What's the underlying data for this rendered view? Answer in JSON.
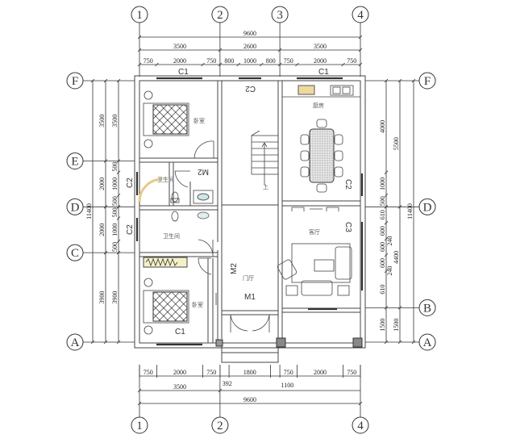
{
  "axes": {
    "vertical": [
      "1",
      "2",
      "3",
      "4"
    ],
    "horizontal": [
      "F",
      "E",
      "D",
      "C",
      "B",
      "A"
    ]
  },
  "dimensions": {
    "top_total": "9600",
    "top_main": [
      "3500",
      "2600",
      "3500"
    ],
    "top_detail": [
      "750",
      "2000",
      "750",
      "800",
      "1000",
      "800",
      "750",
      "2000",
      "750"
    ],
    "bottom_detail": [
      "750",
      "2000",
      "750",
      "1800",
      "750",
      "2000",
      "750"
    ],
    "bottom_notes": [
      "392",
      "1100"
    ],
    "bottom_main": "3500",
    "bottom_total": "9600",
    "left_total": "11400",
    "left_main": [
      "3500",
      "2000",
      "2000",
      "3900"
    ],
    "left_detail": [
      "3500",
      "500",
      "1000",
      "500",
      "500",
      "1000",
      "500",
      "3900"
    ],
    "right_detail": [
      "4000",
      "1000",
      "500",
      "610",
      "600",
      "600",
      "600",
      "610",
      "1500"
    ],
    "right_notes": [
      "240",
      "240"
    ],
    "right_main": [
      "5500",
      "4400",
      "1500"
    ],
    "right_total": "11400"
  },
  "labels": {
    "window_c1_top_left": "C1",
    "window_c1_top_right": "C1",
    "window_c2_top": "C2",
    "window_c2_left_upper": "C2",
    "window_c2_left_lower": "C2",
    "window_c2_kitchen": "C2",
    "window_c3_living": "C3",
    "window_c1_bottom": "C1",
    "door_m2_bath": "M2",
    "door_m2_foyer": "M2",
    "door_m1": "M1",
    "stair_up": "上"
  },
  "rooms": {
    "bedroom_top": "卧室",
    "kitchen": "厨房",
    "bathroom_upper": "卫生间",
    "bathroom_lower": "卫生间",
    "living_room": "客厅",
    "foyer": "门厅",
    "bedroom_bottom": "卧室"
  }
}
